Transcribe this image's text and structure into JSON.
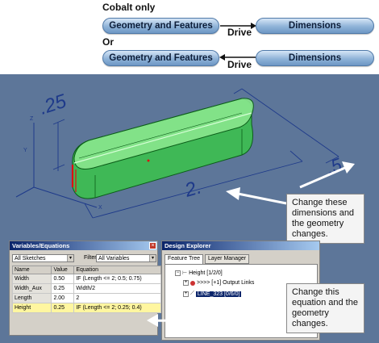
{
  "diagram": {
    "caption_1": "Cobalt only",
    "caption_2": "Or",
    "row1": {
      "left_label": "Geometry and Features",
      "drive": "Drive",
      "right_label": "Dimensions"
    },
    "row2": {
      "left_label": "Geometry and Features",
      "drive": "Drive",
      "right_label": "Dimensions"
    },
    "arrow_icons": [
      "arrow-right-icon",
      "arrow-left-icon"
    ]
  },
  "viewport": {
    "dim_width": ".25",
    "dim_length": "2.",
    "dim_half": ".5",
    "axis_x": "X",
    "axis_y": "Y",
    "axis_z": "Z"
  },
  "callouts": {
    "dimensions_note": "Change these dimensions and the geometry changes.",
    "equation_note": "Change this equation and the geometry changes."
  },
  "variables_panel": {
    "title": "Variables/Equations",
    "sketch_filter": "All Sketches",
    "filter_label": "Filter",
    "filter_value": "All Variables",
    "columns": [
      "Name",
      "Value",
      "Equation"
    ],
    "rows": [
      {
        "name": "Width",
        "value": "0.50",
        "equation": "IF (Length <= 2; 0.5; 0.75)"
      },
      {
        "name": "Width_Aux",
        "value": "0.25",
        "equation": "Width/2"
      },
      {
        "name": "Length",
        "value": "2.00",
        "equation": "2"
      },
      {
        "name": "Height",
        "value": "0.25",
        "equation": "IF (Length <= 2; 0.25; 0.4)"
      }
    ],
    "highlight_color": "#fff6a0"
  },
  "design_explorer": {
    "title": "Design Explorer",
    "tabs": [
      "Feature Tree",
      "Layer Manager"
    ],
    "tree": [
      {
        "label": "Height [1/2/0]"
      },
      {
        "label": ">>>> [+1] Output Links"
      },
      {
        "label": "LINE_323 [0/6/0]"
      }
    ]
  },
  "colors": {
    "viewport_bg": "#5d7699",
    "extrude_fill": "#39c44a",
    "pill_fill": "#8fb3d8",
    "dimension_lines": "#1e3a8a"
  }
}
